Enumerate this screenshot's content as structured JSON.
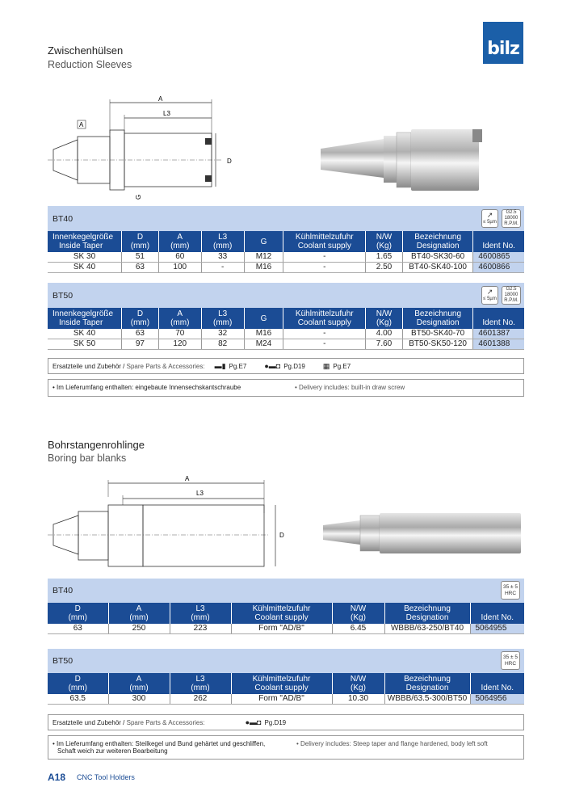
{
  "logo": "bilz",
  "section1": {
    "title_de": "Zwischenhülsen",
    "title_en": "Reduction Sleeves",
    "drawing": {
      "label_a": "A",
      "label_l3": "L3",
      "label_d": "D",
      "label_g": "G",
      "label_box": "A"
    },
    "bt40": {
      "label": "BT40",
      "badge1": "≤ 5µm",
      "badge2_line1": "G2.5",
      "badge2_line2": "18000",
      "badge2_line3": "R.P.M.",
      "headers": {
        "c1a": "Innenkegelgröße",
        "c1b": "Inside Taper",
        "c2a": "D",
        "c2b": "(mm)",
        "c3a": "A",
        "c3b": "(mm)",
        "c4a": "L3",
        "c4b": "(mm)",
        "c5": "G",
        "c6a": "Kühlmittelzufuhr",
        "c6b": "Coolant supply",
        "c7a": "N/W",
        "c7b": "(Kg)",
        "c8a": "Bezeichnung",
        "c8b": "Designation",
        "c9": "Ident No."
      },
      "rows": [
        [
          "SK 30",
          "51",
          "60",
          "33",
          "M12",
          "-",
          "1.65",
          "BT40-SK30-60",
          "4600865"
        ],
        [
          "SK 40",
          "63",
          "100",
          "-",
          "M16",
          "-",
          "2.50",
          "BT40-SK40-100",
          "4600866"
        ]
      ]
    },
    "bt50": {
      "label": "BT50",
      "badge1": "≤ 5µm",
      "badge2_line1": "G2.5",
      "badge2_line2": "18000",
      "badge2_line3": "R.P.M.",
      "rows": [
        [
          "SK 40",
          "63",
          "70",
          "32",
          "M16",
          "-",
          "4.00",
          "BT50-SK40-70",
          "4601387"
        ],
        [
          "SK 50",
          "97",
          "120",
          "82",
          "M24",
          "-",
          "7.60",
          "BT50-SK50-120",
          "4601388"
        ]
      ]
    },
    "spare": {
      "label_de": "Ersatzteile und Zubehör /",
      "label_en": "Spare Parts & Accessories:",
      "ref1": "Pg.E7",
      "ref2": "Pg.D19",
      "ref3": "Pg.E7"
    },
    "note": {
      "de": "• Im Lieferumfang enthalten: eingebaute Innensechskantschraube",
      "en": "• Delivery includes: built-in draw screw"
    }
  },
  "section2": {
    "title_de": "Bohrstangenrohlinge",
    "title_en": "Boring bar blanks",
    "drawing": {
      "label_a": "A",
      "label_l3": "L3",
      "label_d": "D"
    },
    "bt40": {
      "label": "BT40",
      "badge_line1": "35 ± 5",
      "badge_line2": "HRC",
      "headers": {
        "c1a": "D",
        "c1b": "(mm)",
        "c2a": "A",
        "c2b": "(mm)",
        "c3a": "L3",
        "c3b": "(mm)",
        "c4a": "Kühlmittelzufuhr",
        "c4b": "Coolant supply",
        "c5a": "N/W",
        "c5b": "(Kg)",
        "c6a": "Bezeichnung",
        "c6b": "Designation",
        "c7": "Ident No."
      },
      "rows": [
        [
          "63",
          "250",
          "223",
          "Form \"AD/B\"",
          "6.45",
          "WBBB/63-250/BT40",
          "5064955"
        ]
      ]
    },
    "bt50": {
      "label": "BT50",
      "badge_line1": "35 ± 5",
      "badge_line2": "HRC",
      "rows": [
        [
          "63.5",
          "300",
          "262",
          "Form \"AD/B\"",
          "10.30",
          "WBBB/63.5-300/BT50",
          "5064956"
        ]
      ]
    },
    "spare": {
      "label_de": "Ersatzteile und Zubehör /",
      "label_en": "Spare Parts & Accessories:",
      "ref1": "Pg.D19"
    },
    "note": {
      "de1": "• Im Lieferumfang enthalten: Steilkegel und Bund gehärtet und geschliffen,",
      "de2": "Schaft weich zur weiteren Bearbeitung",
      "en": "• Delivery includes: Steep taper and flange hardened, body left soft"
    }
  },
  "footer": {
    "page": "A18",
    "title": "CNC Tool Holders"
  },
  "colors": {
    "brand": "#1b5fa8",
    "header": "#1b4c95",
    "band": "#c2d3ee"
  }
}
